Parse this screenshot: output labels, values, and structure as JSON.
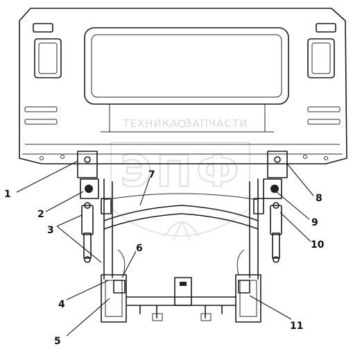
{
  "watermark": {
    "brand": "ЭПФ",
    "left_word": "ТЕХНИКА",
    "right_word": "ЗАПЧАСТИ"
  },
  "callouts": [
    {
      "id": "c1",
      "label": "1"
    },
    {
      "id": "c2",
      "label": "2"
    },
    {
      "id": "c3",
      "label": "3"
    },
    {
      "id": "c4",
      "label": "4"
    },
    {
      "id": "c5",
      "label": "5"
    },
    {
      "id": "c6",
      "label": "6"
    },
    {
      "id": "c7",
      "label": "7"
    },
    {
      "id": "c8",
      "label": "8"
    },
    {
      "id": "c9",
      "label": "9"
    },
    {
      "id": "c10",
      "label": "10"
    },
    {
      "id": "c11",
      "label": "11"
    }
  ]
}
